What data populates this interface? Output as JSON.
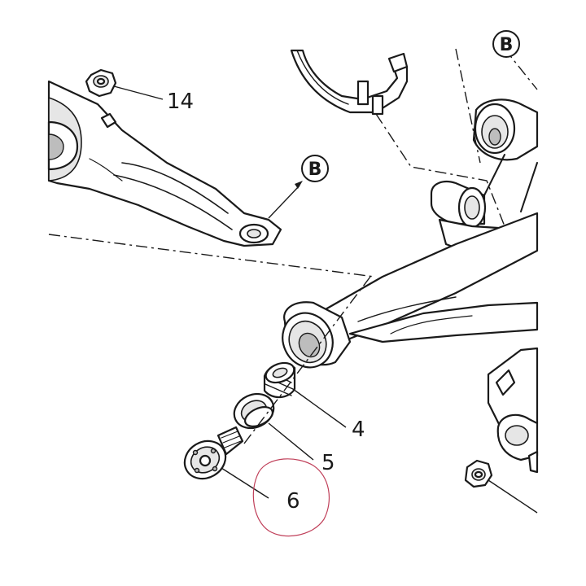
{
  "callouts": {
    "item_14": "14",
    "item_4": "4",
    "item_5": "5",
    "item_6": "6"
  },
  "reference_markers": {
    "b_main": "B",
    "b_top": "B"
  },
  "colors": {
    "line": "#1a1a1a",
    "highlight_circle": "#c0405a"
  }
}
